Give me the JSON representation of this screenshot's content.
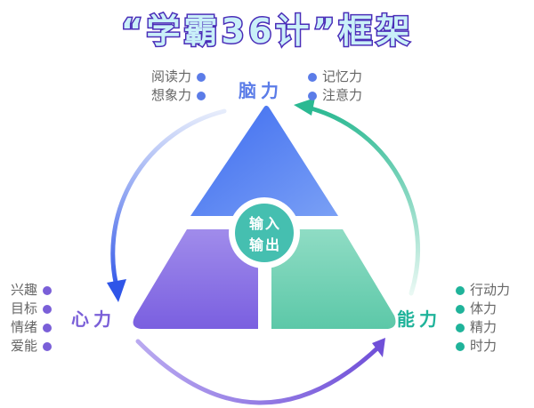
{
  "title": "“学霸36计”框架",
  "center": {
    "line1": "输入",
    "line2": "输出"
  },
  "brain": {
    "label": "脑力",
    "left_items": [
      "阅读力",
      "想象力"
    ],
    "right_items": [
      "记忆力",
      "注意力"
    ],
    "color": "#5b7ce8"
  },
  "heart": {
    "label": "心力",
    "items": [
      "兴趣",
      "目标",
      "情绪",
      "爱能"
    ],
    "color": "#7a5fd8"
  },
  "ability": {
    "label": "能力",
    "items": [
      "行动力",
      "体力",
      "精力",
      "时力"
    ],
    "color": "#1fb39a"
  }
}
